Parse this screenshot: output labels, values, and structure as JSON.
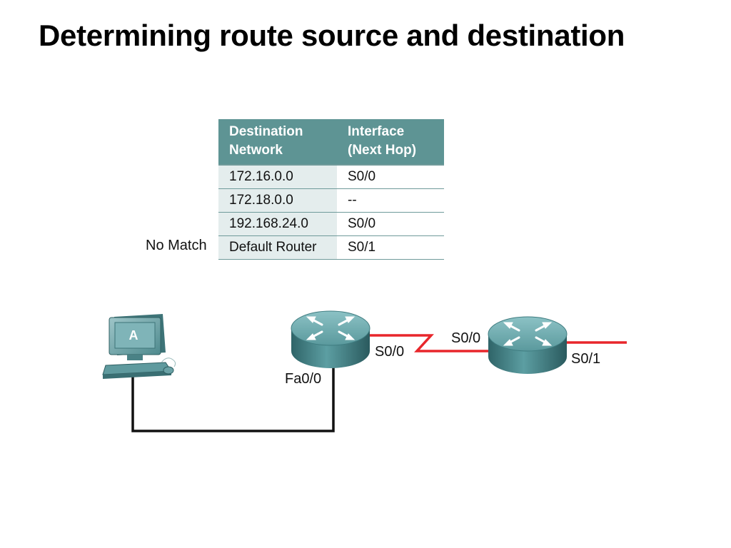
{
  "title": "Determining route source and destination",
  "table": {
    "headers": [
      "Destination Network",
      "Interface (Next Hop)"
    ],
    "rows": [
      {
        "destination": "172.16.0.0",
        "interface": "S0/0"
      },
      {
        "destination": "172.18.0.0",
        "interface": "--"
      },
      {
        "destination": "192.168.24.0",
        "interface": "S0/0"
      },
      {
        "destination": "Default Router",
        "interface": "S0/1"
      }
    ]
  },
  "no_match_label": "No Match",
  "diagram": {
    "host_label": "A",
    "router1_fa_label": "Fa0/0",
    "router1_serial_label": "S0/0",
    "router2_serial_in_label": "S0/0",
    "router2_serial_out_label": "S0/1"
  },
  "colors": {
    "table_header": "#5e9494",
    "router": "#4f8d91",
    "serial_link": "#e8262b",
    "ethernet_link": "#111111"
  }
}
